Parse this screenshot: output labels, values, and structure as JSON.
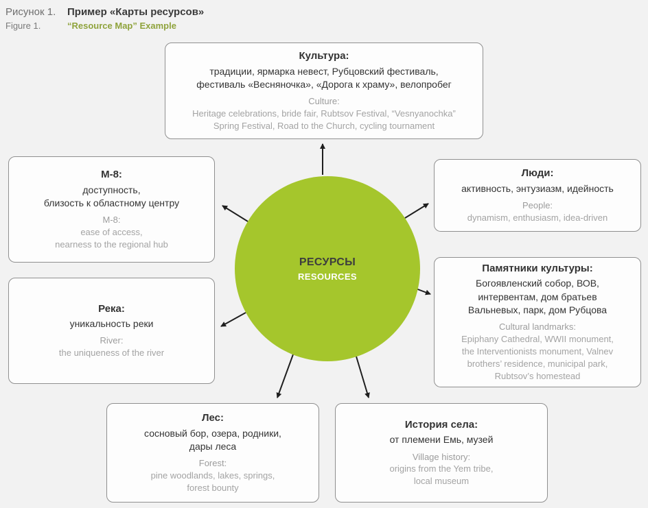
{
  "header": {
    "label_ru": "Рисунок 1.",
    "title_ru": "Пример «Карты ресурсов»",
    "label_en": "Figure 1.",
    "title_en": "“Resource Map” Example"
  },
  "center": {
    "title_ru": "РЕСУРСЫ",
    "title_en": "RESOURCES"
  },
  "colors": {
    "circle": "#a5c62c",
    "accent": "#8fa33c"
  },
  "nodes": [
    {
      "id": "culture",
      "title_ru": "Культура:",
      "body_ru": "традиции, ярмарка невест, Рубцовский фестиваль,\nфестиваль «Весняночка», «Дорога к храму», велопробег",
      "title_en": "Culture:",
      "body_en": "Heritage celebrations, bride fair, Rubtsov Festival, “Vesnyanochka”\nSpring Festival, Road to the Church, cycling tournament"
    },
    {
      "id": "m8",
      "title_ru": "М-8:",
      "body_ru": "доступность,\nблизость к областному центру",
      "title_en": "М-8:",
      "body_en": "ease of access,\nnearness to the regional hub"
    },
    {
      "id": "people",
      "title_ru": "Люди:",
      "body_ru": "активность, энтузиазм, идейность",
      "title_en": "People:",
      "body_en": "dynamism, enthusiasm, idea-driven"
    },
    {
      "id": "landmarks",
      "title_ru": "Памятники культуры:",
      "body_ru": "Богоявленский собор, ВОВ,\nинтервентам, дом братьев\nВальневых, парк, дом Рубцова",
      "title_en": "Cultural landmarks:",
      "body_en": "Epiphany Cathedral, WWII monument,\nthe Interventionists monument, Valnev\nbrothers’ residence, municipal park,\nRubtsov’s homestead"
    },
    {
      "id": "river",
      "title_ru": "Река:",
      "body_ru": "уникальность реки",
      "title_en": "River:",
      "body_en": "the uniqueness of the river"
    },
    {
      "id": "forest",
      "title_ru": "Лес:",
      "body_ru": "сосновый бор, озера, родники,\nдары леса",
      "title_en": "Forest:",
      "body_en": "pine woodlands, lakes, springs,\nforest bounty"
    },
    {
      "id": "history",
      "title_ru": "История села:",
      "body_ru": "от племени Емь, музей",
      "title_en": "Village history:",
      "body_en": "origins from the Yem tribe,\nlocal museum"
    }
  ]
}
